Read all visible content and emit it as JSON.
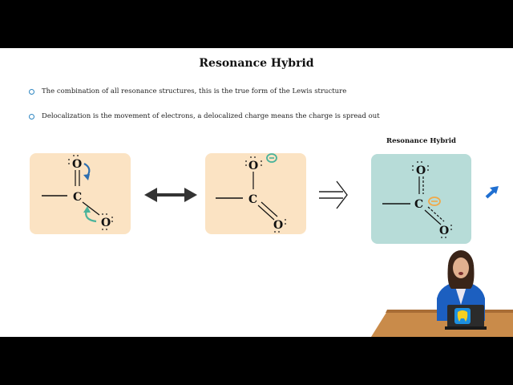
{
  "slide": {
    "title": "Resonance Hybrid",
    "bullets": [
      "The combination of all resonance structures, this is the true form of the Lewis structure",
      "Delocalization is the movement of electrons, a delocalized charge means the charge is spread out"
    ],
    "hybrid_label": "Resonance Hybrid"
  },
  "structures": {
    "atom_o": "O",
    "atom_c": "C"
  },
  "colors": {
    "panel_resonance": "#fbe3c3",
    "panel_hybrid": "#b7dcd8",
    "bullet_ring": "#2e86c1",
    "curved_arrow": "#2e6fb0",
    "charge_green": "#49b39a",
    "charge_orange": "#f0a94a",
    "background": "#ffffff",
    "letterbox": "#000000"
  },
  "icons": {
    "resonance_arrow": "double-headed-arrow-icon",
    "equilibrium_arrow": "double-line-arrow-icon",
    "pointer": "blue-arrow-icon",
    "logo": "tooth-mascot-logo-icon"
  }
}
